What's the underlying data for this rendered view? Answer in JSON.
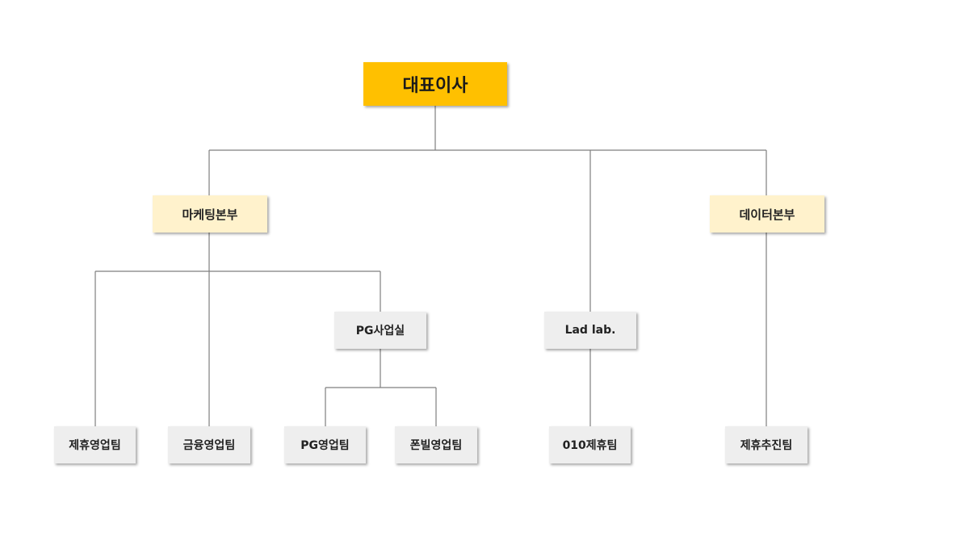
{
  "org": {
    "ceo": "대표이사",
    "divisions": {
      "marketing": "마케팅본부",
      "data": "데이터본부"
    },
    "offices": {
      "pg": "PG사업실",
      "lad_lab": "Lad lab."
    },
    "teams": {
      "partnership_sales": "제휴영업팀",
      "finance_sales": "금융영업팀",
      "pg_sales": "PG영업팀",
      "phonebill_sales": "폰빌영업팀",
      "partnership_010": "010제휴팀",
      "partnership_promo": "제휴추진팀"
    }
  },
  "colors": {
    "ceo_fill": "#ffc000",
    "division_fill": "#fff2cc",
    "team_fill": "#eeeeee",
    "connector": "#7f7f7f"
  }
}
